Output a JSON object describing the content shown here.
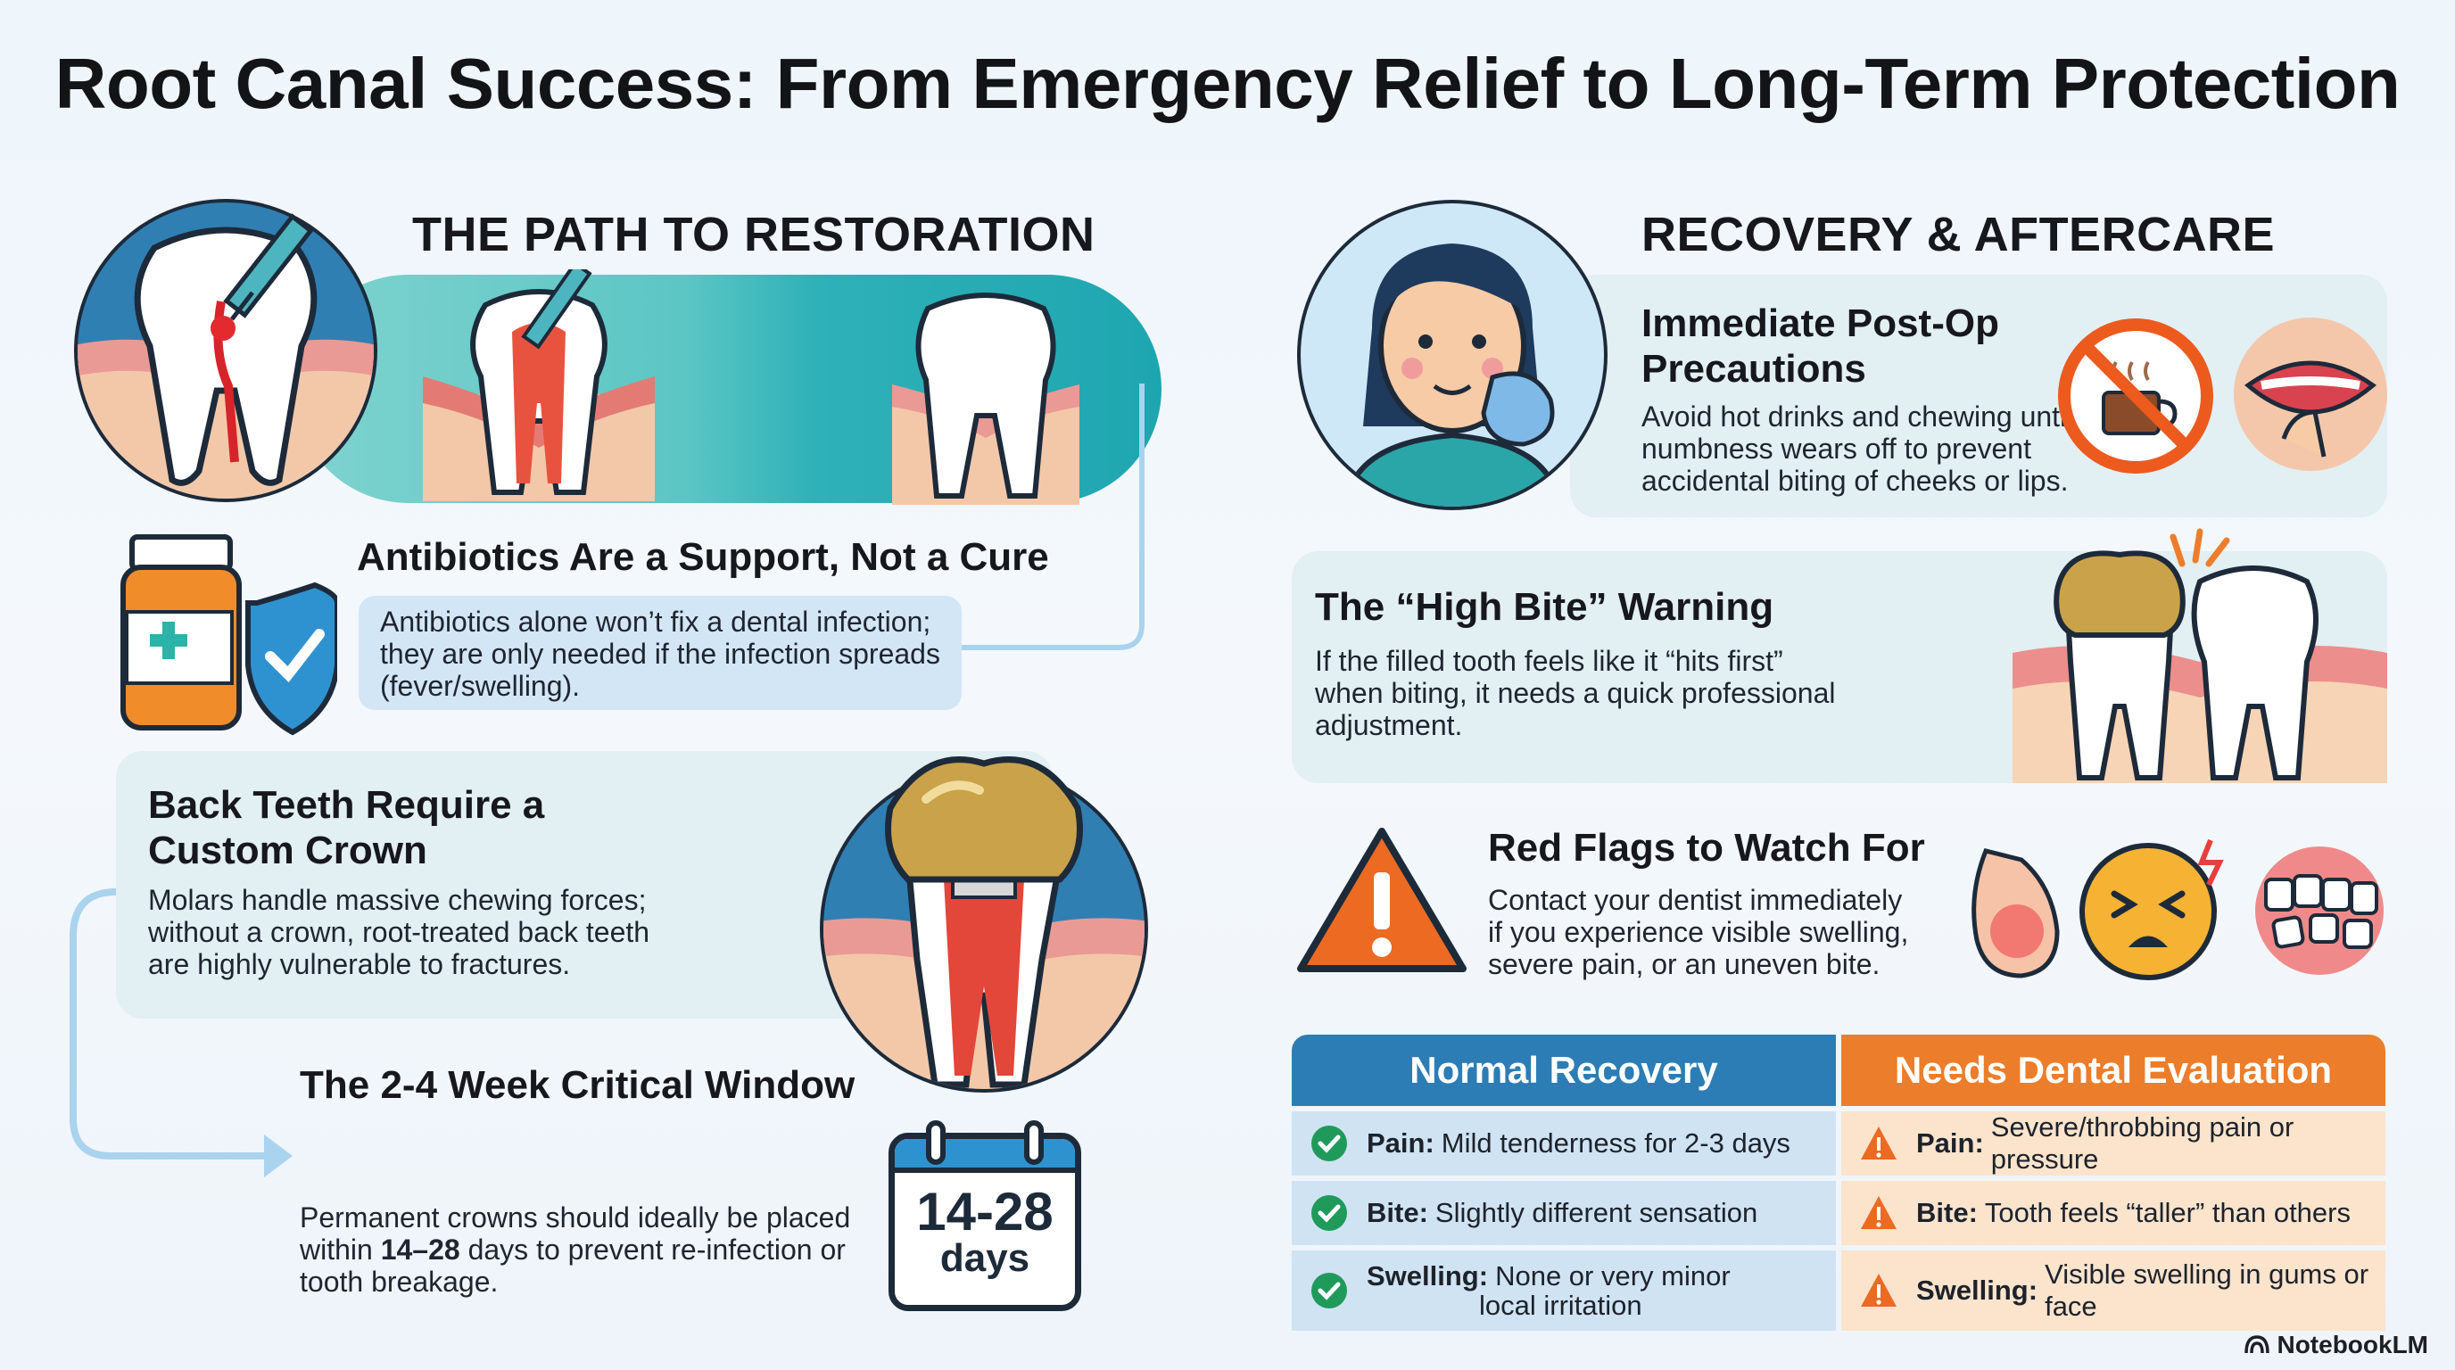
{
  "title": "Root Canal Success: From Emergency Relief to Long-Term Protection",
  "left": {
    "heading": "THE PATH TO RESTORATION",
    "antibiotics": {
      "title": "Antibiotics Are a Support, Not a Cure",
      "body": [
        "Antibiotics alone won’t fix a dental infection;",
        "they are only needed if the infection spreads",
        "(fever/swelling)."
      ]
    },
    "crown": {
      "title": [
        "Back Teeth Require a",
        "Custom Crown"
      ],
      "body": [
        "Molars handle massive chewing forces;",
        "without a crown, root-treated back teeth",
        "are highly vulnerable to fractures."
      ]
    },
    "window": {
      "title": "The 2-4 Week Critical Window",
      "body_line1": "Permanent crowns should ideally be placed",
      "body_line2_pre": "within ",
      "body_line2_bold": "14–28",
      "body_line2_post": " days to prevent re-infection or",
      "body_line3": "tooth breakage.",
      "calendar_number": "14-28",
      "calendar_unit": "days"
    }
  },
  "right": {
    "heading": "RECOVERY & AFTERCARE",
    "postop": {
      "title": [
        "Immediate Post-Op",
        "Precautions"
      ],
      "body": [
        "Avoid hot drinks and chewing until",
        "numbness wears off to prevent",
        "accidental biting of cheeks or lips."
      ]
    },
    "highbite": {
      "title": "The “High Bite” Warning",
      "body": [
        "If the filled tooth feels like it “hits first”",
        "when biting, it needs a quick professional",
        "adjustment."
      ]
    },
    "redflags": {
      "title": "Red Flags to Watch For",
      "body": [
        "Contact your dentist immediately",
        "if you experience visible swelling,",
        "severe pain, or an uneven bite."
      ]
    }
  },
  "table": {
    "normal_header": "Normal Recovery",
    "eval_header": "Needs Dental Evaluation",
    "normal": [
      {
        "label": "Pain:",
        "text": "Mild tenderness for 2-3 days"
      },
      {
        "label": "Bite:",
        "text": "Slightly different sensation"
      },
      {
        "label": "Swelling:",
        "text": "None or very minor",
        "text2": "local irritation"
      }
    ],
    "eval": [
      {
        "label": "Pain:",
        "text": "Severe/throbbing pain or pressure"
      },
      {
        "label": "Bite:",
        "text": "Tooth feels “taller” than others"
      },
      {
        "label": "Swelling:",
        "text": "Visible swelling in gums or face"
      }
    ]
  },
  "brand": "NotebookLM",
  "colors": {
    "teal": "#34b6bd",
    "blue_header": "#2c7db5",
    "orange_header": "#ec7d2a",
    "check_green": "#1f9a5a",
    "warn_orange": "#ec6a22",
    "gold": "#c9a24a"
  }
}
